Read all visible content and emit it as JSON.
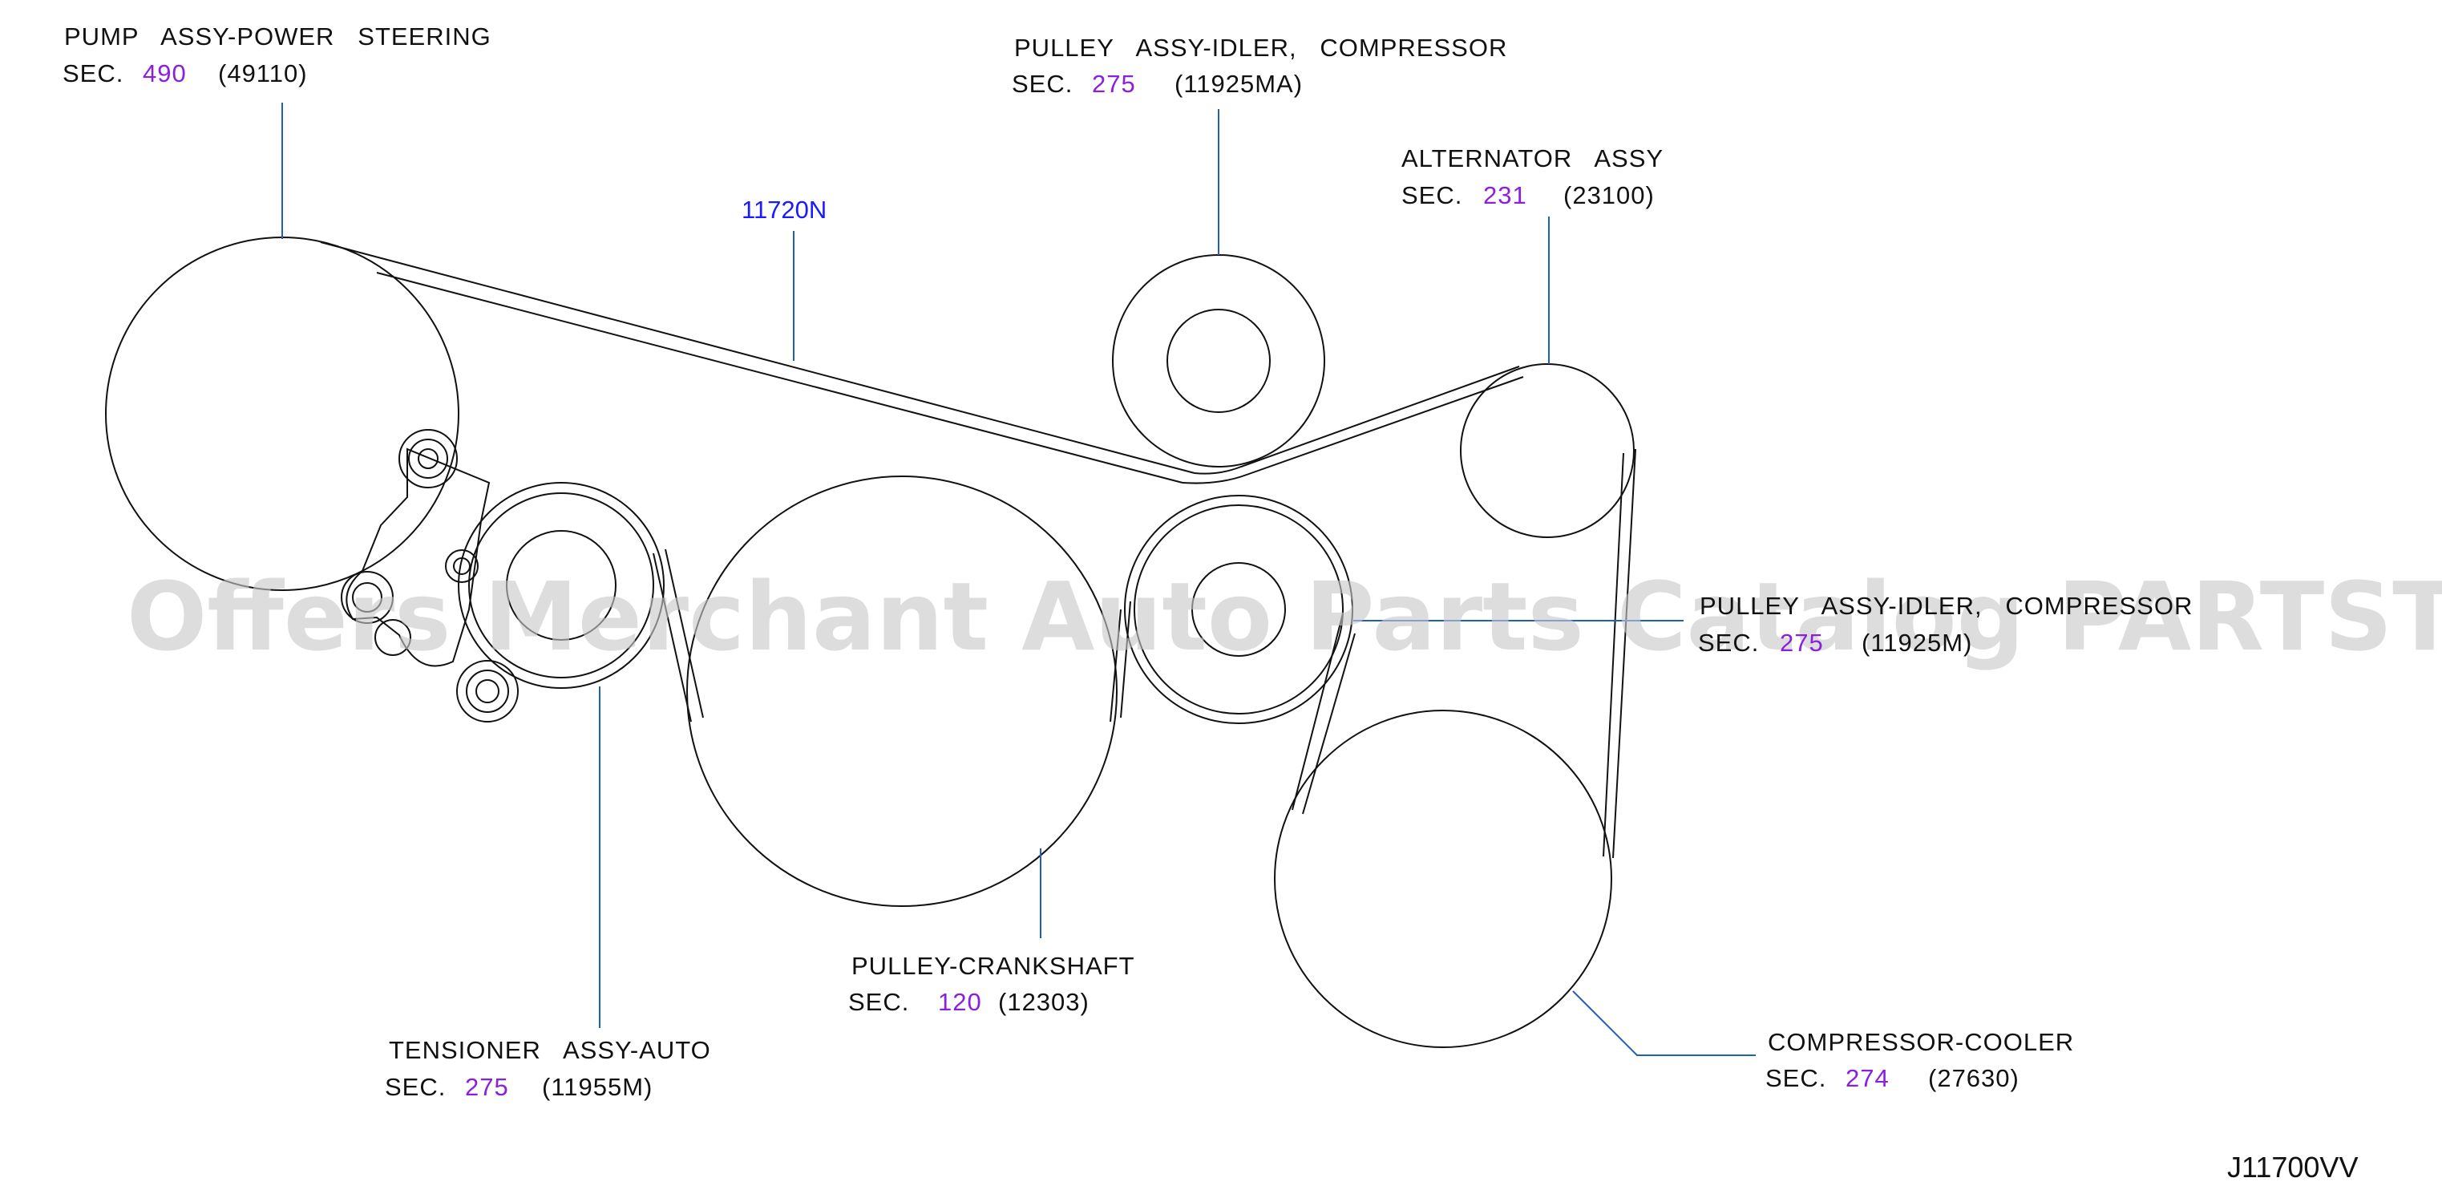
{
  "callouts": {
    "pump": {
      "name": "PUMP   ASSY-POWER   STEERING",
      "sec_prefix": "SEC.",
      "sec_num": "490",
      "part_no": "(49110)"
    },
    "idler_top": {
      "name": "PULLEY   ASSY-IDLER,   COMPRESSOR",
      "sec_prefix": "SEC.",
      "sec_num": "275",
      "part_no": "(11925MA)"
    },
    "alternator": {
      "name": "ALTERNATOR   ASSY",
      "sec_prefix": "SEC.",
      "sec_num": "231",
      "part_no": "(23100)"
    },
    "belt": {
      "part_no": "11720N"
    },
    "idler_right": {
      "name": "PULLEY   ASSY-IDLER,   COMPRESSOR",
      "sec_prefix": "SEC.",
      "sec_num": "275",
      "part_no": "(11925M)"
    },
    "crankshaft": {
      "name": "PULLEY-CRANKSHAFT",
      "sec_prefix": "SEC.",
      "sec_num": "120",
      "part_no": "(12303)"
    },
    "tensioner": {
      "name": "TENSIONER   ASSY-AUTO",
      "sec_prefix": "SEC.",
      "sec_num": "275",
      "part_no": "(11955M)"
    },
    "compressor": {
      "name": "COMPRESSOR-COOLER",
      "sec_prefix": "SEC.",
      "sec_num": "274",
      "part_no": "(27630)"
    }
  },
  "diagram_code": "J11700VV",
  "watermark": "Offers Merchant Auto Parts Catalog PARTSTORE.SA",
  "colors": {
    "line": "#111111",
    "leader": "#1f5fbf",
    "sec_number": "#8a1fe0",
    "part_link": "#1a1aff",
    "watermark": "#c8c8c8"
  }
}
